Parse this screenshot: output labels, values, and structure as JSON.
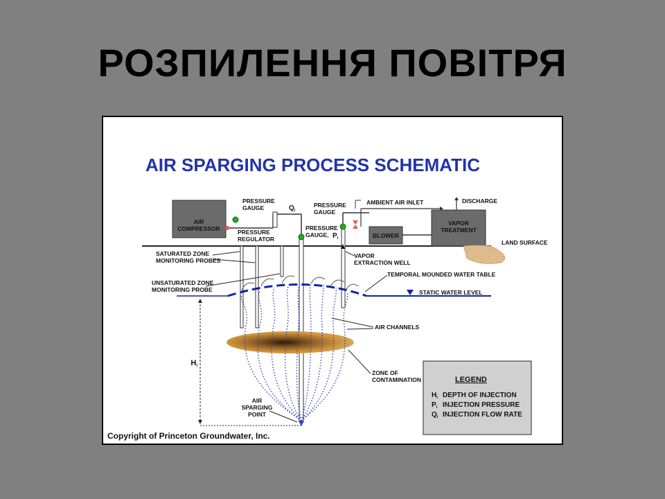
{
  "slide": {
    "title": "РОЗПИЛЕННЯ ПОВІТРЯ"
  },
  "diagram": {
    "title": "AIR SPARGING PROCESS SCHEMATIC",
    "equipment": {
      "air_compressor": [
        "AIR",
        "COMPRESSOR"
      ],
      "blower": "BLOWER",
      "vapor_treatment": [
        "VAPOR",
        "TREATMENT"
      ]
    },
    "labels": {
      "pressure_gauge_1": [
        "PRESSURE",
        "GAUGE"
      ],
      "pressure_regulator": [
        "PRESSURE",
        "REGULATOR"
      ],
      "q_symbol": "Q",
      "q_subscript": "i",
      "pressure_gauge_2": [
        "PRESSURE",
        "GAUGE"
      ],
      "pressure_gauge_pi": [
        "PRESSURE",
        "GAUGE,"
      ],
      "p_symbol": "P",
      "p_subscript": "i",
      "ambient_air_inlet": "AMBIENT AIR INLET",
      "discharge": "DISCHARGE",
      "land_surface": "LAND SURFACE",
      "saturated_zone_probes": [
        "SATURATED ZONE",
        "MONITORING PROBES"
      ],
      "vapor_extraction_well": [
        "VAPOR",
        "EXTRACTION WELL"
      ],
      "temporal_mounded_water_table": "TEMPORAL MOUNDED WATER TABLE",
      "unsaturated_zone_probe": [
        "UNSATURATED ZONE",
        "MONITORING PROBE"
      ],
      "static_water_level": "STATIC WATER LEVEL",
      "air_channels": "AIR CHANNELS",
      "h_symbol": "H",
      "h_subscript": "i",
      "zone_of_contamination": [
        "ZONE OF",
        "CONTAMINATION"
      ],
      "air_sparging_point": [
        "AIR",
        "SPARGING",
        "POINT"
      ]
    },
    "legend": {
      "title": "LEGEND",
      "items": [
        {
          "symbol": "H",
          "sub": "i",
          "text": "DEPTH OF INJECTION"
        },
        {
          "symbol": "P",
          "sub": "i",
          "text": "INJECTION PRESSURE"
        },
        {
          "symbol": "Q",
          "sub": "i",
          "text": "INJECTION FLOW RATE"
        }
      ]
    },
    "copyright": "Copyright of Princeton Groundwater, Inc.",
    "colors": {
      "title_blue": "#2233aa",
      "equipment_gray": "#6b6b6b",
      "gauge_green": "#22aa22",
      "air_channel_blue": "#3344bb",
      "water_table_blue": "#1122aa",
      "contamination_brown": "#c9913a",
      "legend_bg": "#d0d0d0"
    }
  }
}
